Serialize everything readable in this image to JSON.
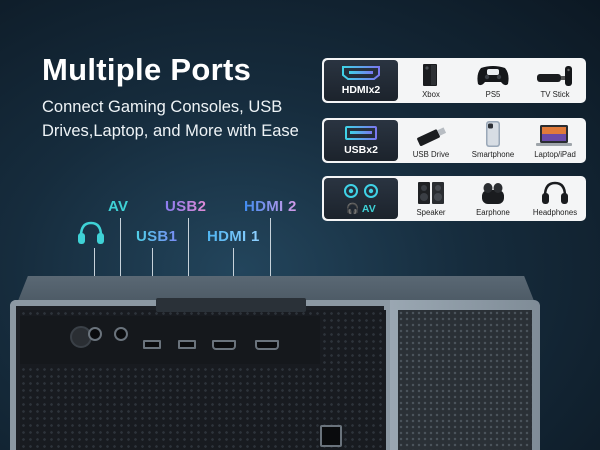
{
  "headline": "Multiple Ports",
  "subline": "Connect Gaming Consoles, USB Drives,Laptop, and More with Ease",
  "cards": [
    {
      "badge": "HDMIx2",
      "badge_icon": "hdmi-port-icon",
      "items": [
        {
          "label": "Xbox",
          "icon": "xbox-console-icon"
        },
        {
          "label": "PS5",
          "icon": "gamepad-icon"
        },
        {
          "label": "TV Stick",
          "icon": "tv-stick-icon"
        }
      ]
    },
    {
      "badge": "USBx2",
      "badge_icon": "usb-port-icon",
      "items": [
        {
          "label": "USB Drive",
          "icon": "usb-drive-icon"
        },
        {
          "label": "Smartphone",
          "icon": "smartphone-icon"
        },
        {
          "label": "Laptop/iPad",
          "icon": "laptop-icon"
        }
      ]
    },
    {
      "badge": "AV",
      "badge_icon": "headphone-jack-icon",
      "items": [
        {
          "label": "Speaker",
          "icon": "speaker-icon"
        },
        {
          "label": "Earphone",
          "icon": "earbuds-icon"
        },
        {
          "label": "Headphones",
          "icon": "headphones-icon"
        }
      ]
    }
  ],
  "port_labels": {
    "av": "AV",
    "usb1": "USB1",
    "usb2": "USB2",
    "hdmi1": "HDMI 1",
    "hdmi2": "HDMI 2"
  },
  "colors": {
    "accent_cyan": "#3fd2d6",
    "background": "#162c3d",
    "card": "#f4f5f6"
  }
}
